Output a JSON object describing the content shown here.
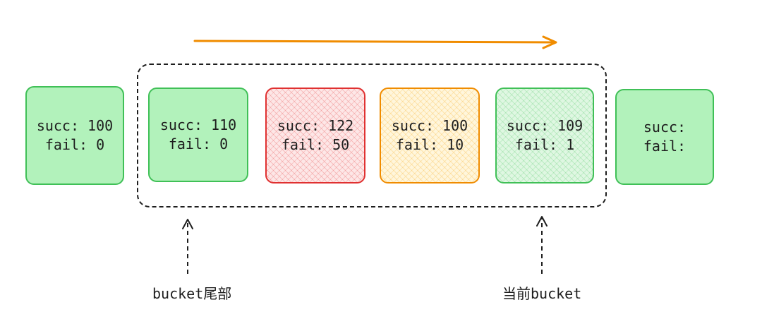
{
  "buckets": [
    {
      "succ": "succ: 100",
      "fail": "fail: 0"
    },
    {
      "succ": "succ: 110",
      "fail": "fail: 0"
    },
    {
      "succ": "succ: 122",
      "fail": "fail: 50"
    },
    {
      "succ": "succ: 100",
      "fail": "fail: 10"
    },
    {
      "succ": "succ: 109",
      "fail": "fail: 1"
    },
    {
      "succ": "succ:",
      "fail": "fail:"
    }
  ],
  "labels": {
    "tail": "bucket尾部",
    "current": "当前bucket"
  },
  "colors": {
    "arrow": "#f08c00",
    "green_border": "#40c057",
    "red_border": "#e03131",
    "yellow_border": "#f08c00"
  }
}
